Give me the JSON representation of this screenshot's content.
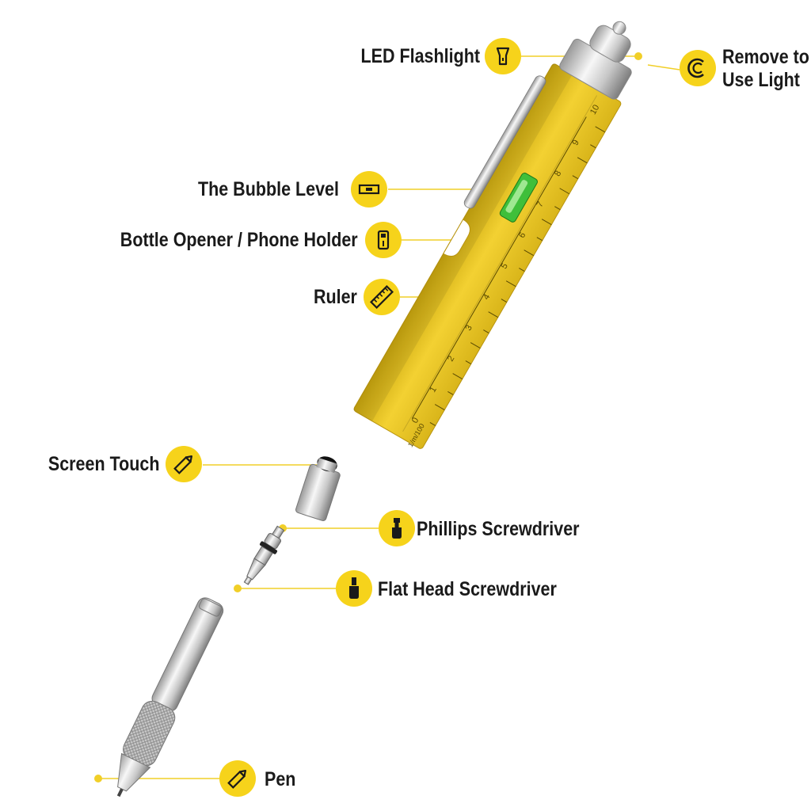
{
  "colors": {
    "accent": "#f6d31b",
    "pen_body": "#e8c322",
    "pen_body_dark": "#c9a60f",
    "leader": "#f1cf28",
    "text": "#1a1a1a",
    "level_green": "#3fbf3a"
  },
  "ruler": {
    "numbers": [
      "0",
      "1",
      "2",
      "3",
      "4",
      "5",
      "6",
      "7",
      "8",
      "9",
      "10"
    ],
    "unit": "1/m/100"
  },
  "callouts": [
    {
      "id": "led-flashlight",
      "label": "LED Flashlight",
      "icon": "flashlight-icon"
    },
    {
      "id": "remove-light",
      "label_lines": [
        "Remove to",
        "Use Light"
      ],
      "icon": "rotate-icon"
    },
    {
      "id": "bubble-level",
      "label": "The Bubble Level",
      "icon": "level-icon"
    },
    {
      "id": "bottle-opener",
      "label": "Bottle Opener / Phone Holder",
      "icon": "opener-icon"
    },
    {
      "id": "ruler",
      "label": "Ruler",
      "icon": "ruler-icon"
    },
    {
      "id": "screen-touch",
      "label": "Screen Touch",
      "icon": "pencil-icon"
    },
    {
      "id": "phillips",
      "label": "Phillips Screwdriver",
      "icon": "screwdriver-icon"
    },
    {
      "id": "flathead",
      "label": "Flat Head Screwdriver",
      "icon": "screwdriver-icon"
    },
    {
      "id": "pen",
      "label": "Pen",
      "icon": "pencil-icon"
    }
  ]
}
